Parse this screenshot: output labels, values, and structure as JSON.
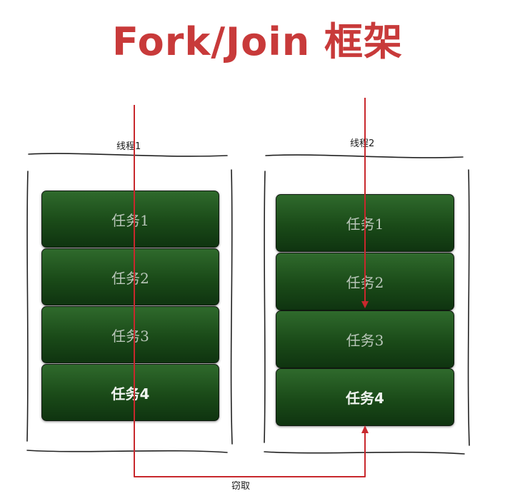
{
  "title": "Fork/Join 框架",
  "threads": [
    {
      "label": "线程1",
      "tasks": [
        "任务1",
        "任务2",
        "任务3",
        "任务4"
      ]
    },
    {
      "label": "线程2",
      "tasks": [
        "任务1",
        "任务2",
        "任务3",
        "任务4"
      ]
    }
  ],
  "steal_label": "窃取",
  "colors": {
    "title": "#c83a3a",
    "arrow": "#c8282d",
    "task_fill": "#1f521c"
  }
}
